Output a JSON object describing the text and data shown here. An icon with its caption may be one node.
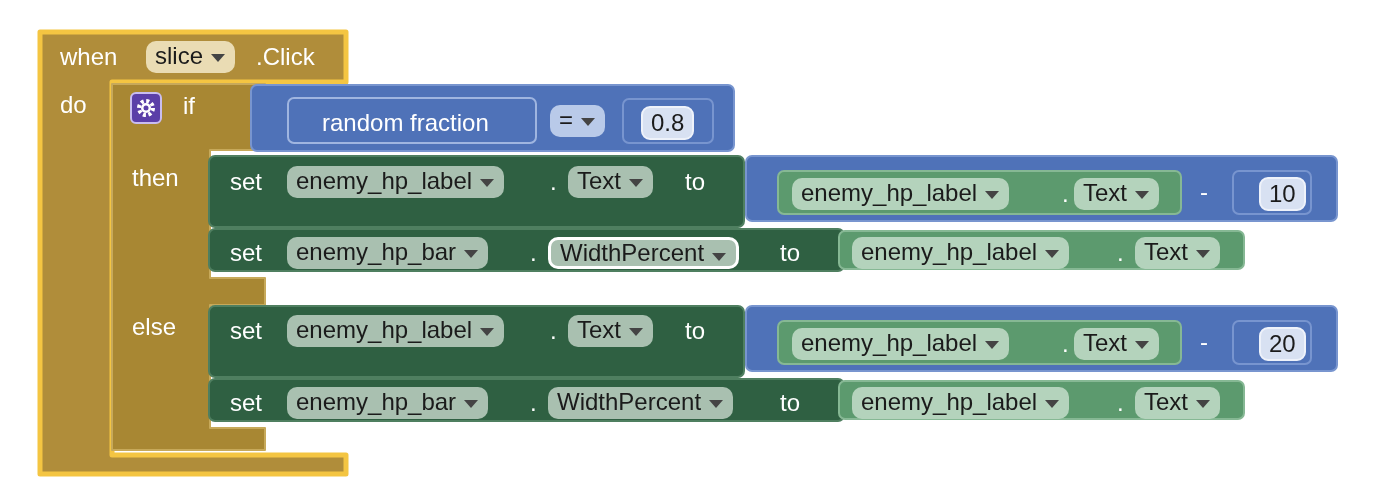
{
  "diagram": {
    "nodes": [
      {
        "text": [
          "when",
          "slice",
          ".Click",
          "do"
        ]
      },
      {
        "text": [
          "if",
          "then",
          "else"
        ],
        "in": 0
      },
      {
        "text": [
          "="
        ]
      },
      {
        "text": [
          "random fraction"
        ],
        "in": 2
      },
      {
        "text": [
          "0.8"
        ],
        "in": 2
      },
      {
        "text": [
          "set",
          "enemy_hp_label",
          ".",
          "Text",
          "to"
        ]
      },
      {
        "text": [
          "-"
        ]
      },
      {
        "text": [
          "enemy_hp_label",
          ".",
          "Text"
        ],
        "in": 6
      },
      {
        "text": [
          "10"
        ],
        "in": 6
      },
      {
        "text": [
          "set",
          "enemy_hp_bar",
          ".",
          "WidthPercent",
          "to"
        ]
      },
      {
        "text": [
          "enemy_hp_label",
          ".",
          "Text"
        ]
      },
      {
        "text": [
          "set",
          "enemy_hp_label",
          ".",
          "Text",
          "to"
        ]
      },
      {
        "text": [
          "-"
        ]
      },
      {
        "text": [
          "enemy_hp_label",
          ".",
          "Text"
        ],
        "in": 12
      },
      {
        "text": [
          "20"
        ],
        "in": 12
      },
      {
        "text": [
          "set",
          "enemy_hp_bar",
          ".",
          "WidthPercent",
          "to"
        ]
      },
      {
        "text": [
          "enemy_hp_label",
          ".",
          "Text"
        ]
      }
    ]
  }
}
